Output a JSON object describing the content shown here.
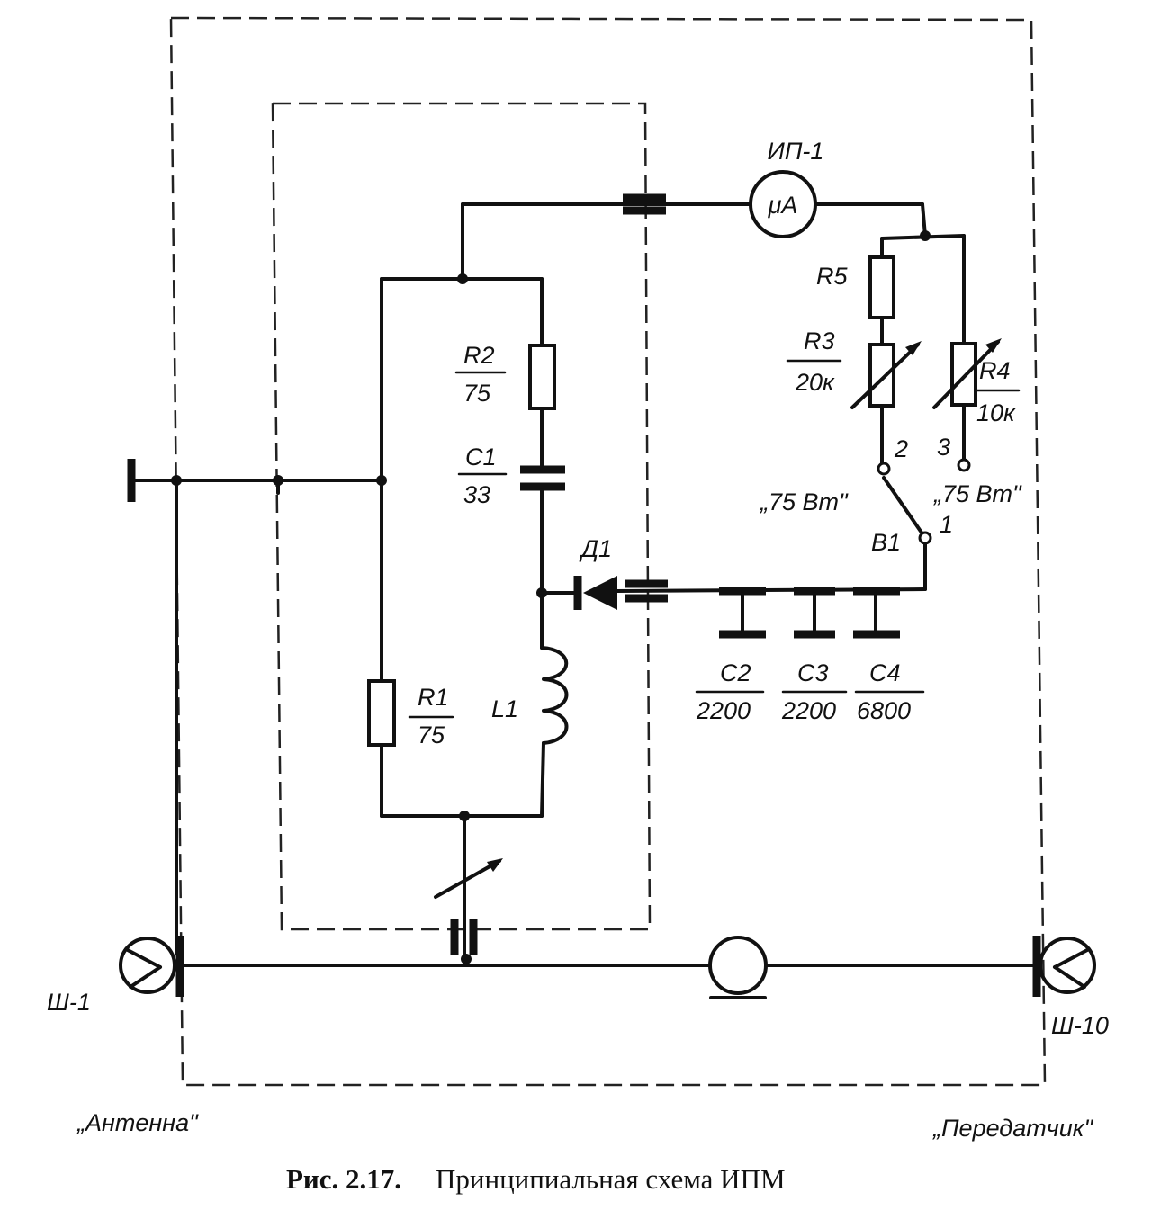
{
  "components": {
    "meter": {
      "name": "ИП-1",
      "symbol": "μA"
    },
    "r1": {
      "name": "R1",
      "value": "75"
    },
    "r2": {
      "name": "R2",
      "value": "75"
    },
    "r3": {
      "name": "R3",
      "value": "20к"
    },
    "r4": {
      "name": "R4",
      "value": "10к"
    },
    "r5": {
      "name": "R5"
    },
    "c1": {
      "name": "C1",
      "value": "33"
    },
    "c2": {
      "name": "C2",
      "value": "2200"
    },
    "c3": {
      "name": "C3",
      "value": "2200"
    },
    "c4": {
      "name": "C4",
      "value": "6800"
    },
    "l1": {
      "name": "L1"
    },
    "d1": {
      "name": "Д1"
    },
    "switch": {
      "name": "В1",
      "pos1": "1",
      "pos2": "2",
      "pos3": "3",
      "label_pos2": "„75 Вт\"",
      "label_pos3": "„75 Вт\""
    }
  },
  "connectors": {
    "left": {
      "name": "Ш-1",
      "label": "„Антенна\""
    },
    "right": {
      "name": "Ш-10",
      "label": "„Передатчик\""
    }
  },
  "caption": {
    "prefix": "Рис. 2.17.",
    "text": "Принципиальная схема ИПМ"
  }
}
